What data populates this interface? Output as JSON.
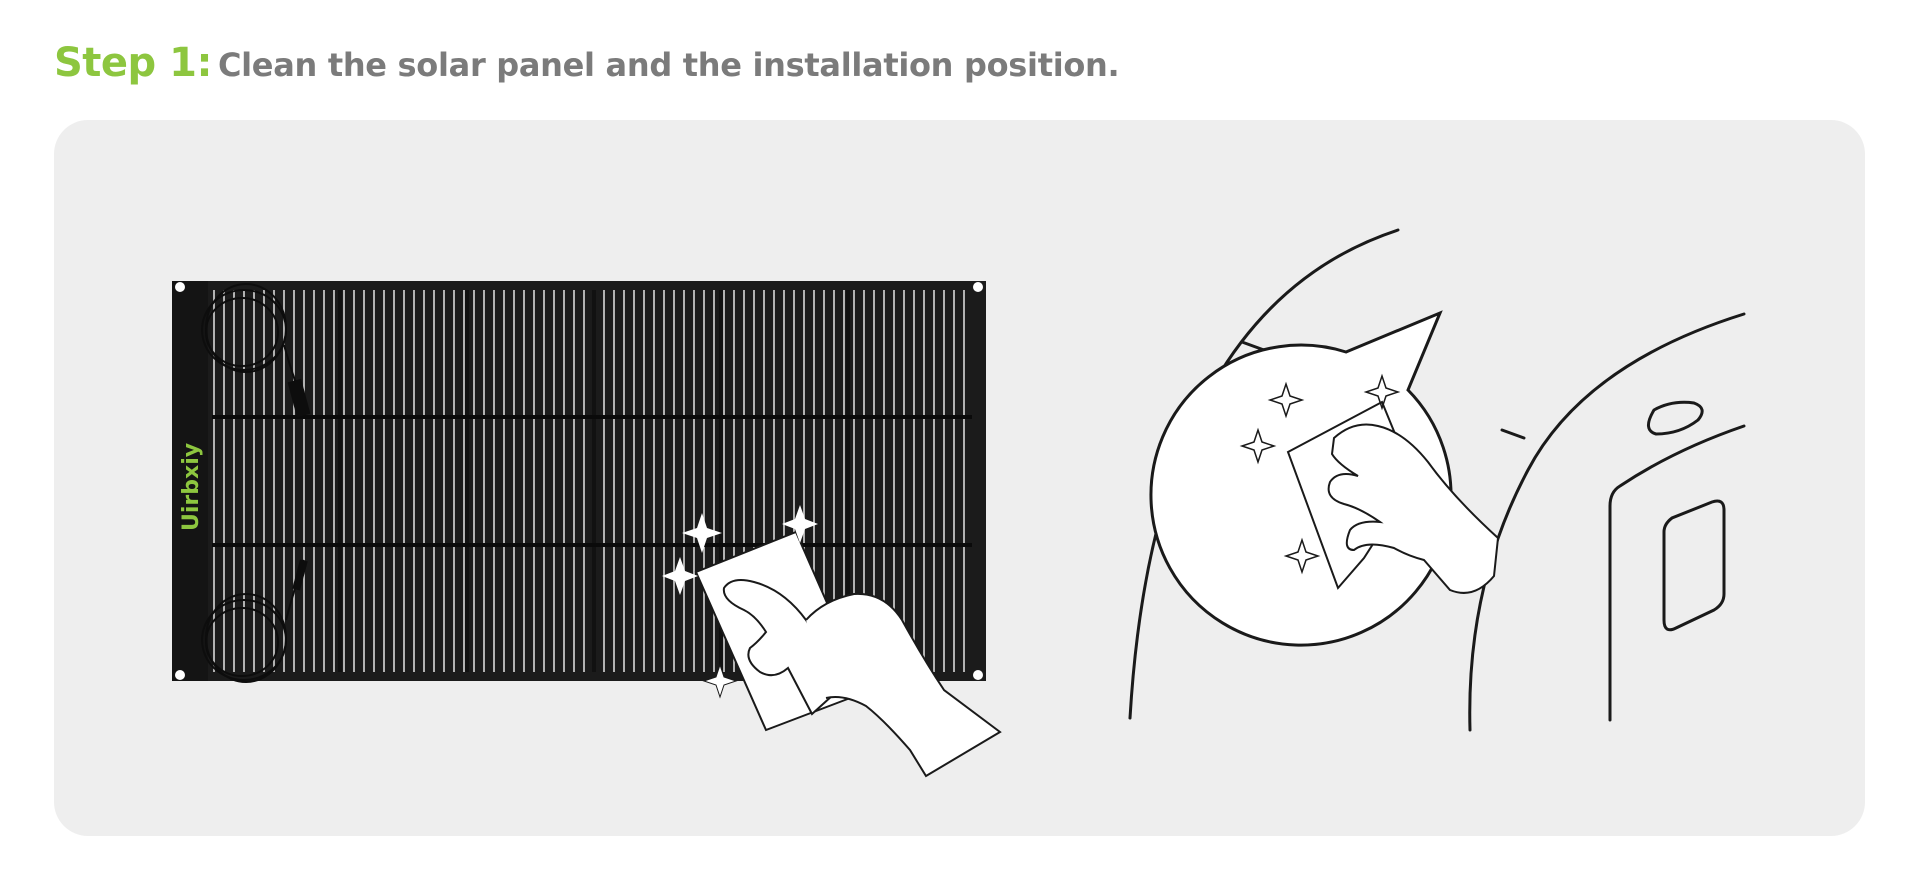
{
  "heading": {
    "step_label": "Step 1:",
    "instruction": "Clean the solar panel and the installation position."
  },
  "illustration": {
    "brand_logo_text": "Uirbxiy",
    "colors": {
      "accent_green": "#8dc63f",
      "text_gray": "#7b7b7b",
      "panel_background": "#eeeeee",
      "solar_panel": "#1d1d1d"
    }
  }
}
